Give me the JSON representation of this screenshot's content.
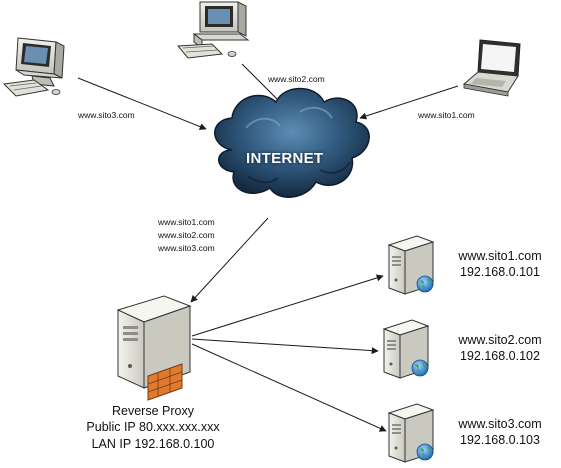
{
  "cloud": {
    "label": "INTERNET"
  },
  "clients": {
    "sito3": {
      "label": "www.sito3.com",
      "device": "desktop-computer"
    },
    "sito2": {
      "label": "www.sito2.com",
      "device": "desktop-computer"
    },
    "sito1": {
      "label": "www.sito1.com",
      "device": "laptop-computer"
    }
  },
  "proxy_link": {
    "labels": [
      "www.sito1.com",
      "www.sito2.com",
      "www.sito3.com"
    ]
  },
  "proxy": {
    "title": "Reverse Proxy",
    "public_ip": "Public IP 80.xxx.xxx.xxx",
    "lan_ip": "LAN IP 192.168.0.100",
    "device": "server-with-firewall"
  },
  "servers": [
    {
      "name": "www.sito1.com",
      "ip": "192.168.0.101",
      "device": "web-server"
    },
    {
      "name": "www.sito2.com",
      "ip": "192.168.0.102",
      "device": "web-server"
    },
    {
      "name": "www.sito3.com",
      "ip": "192.168.0.103",
      "device": "web-server"
    }
  ],
  "colors": {
    "line": "#1a1a1a",
    "cloud_dark": "#1b3550",
    "cloud_light": "#4f7fa8",
    "server_body": "#e9e9e3",
    "firewall": "#e07a2e"
  }
}
